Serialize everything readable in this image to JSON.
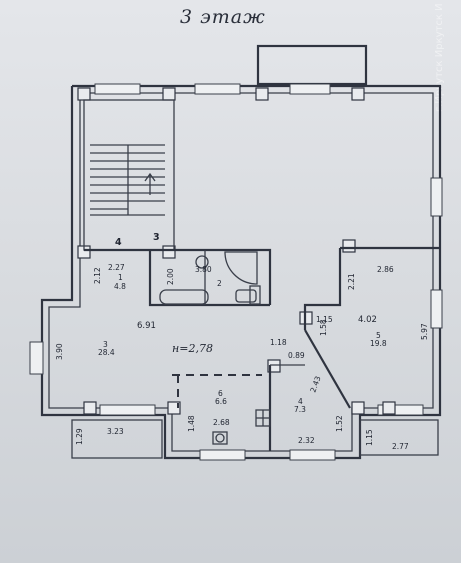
{
  "title": "3 этаж",
  "watermark": "г.Иркутск Иркутск И",
  "ceiling_height": "н=2,78",
  "dimensions": {
    "d_2_27": "2.27",
    "d_2_12": "2.12",
    "d_2_00": "2.00",
    "d_3_80": "3.80",
    "d_2_86": "2.86",
    "d_2_21": "2.21",
    "d_4_02": "4.02",
    "d_5_97": "5.97",
    "d_6_91": "6.91",
    "d_3_90": "3.90",
    "d_1_15a": "1.15",
    "d_1_58": "1.58",
    "d_1_18": "1.18",
    "d_0_89": "0.89",
    "d_2_43": "2.43",
    "d_1_48": "1.48",
    "d_2_68": "2.68",
    "d_2_32": "2.32",
    "d_1_52": "1.52",
    "d_1_29": "1.29",
    "d_3_23": "3.23",
    "d_1_15b": "1.15",
    "d_2_77": "2.77"
  },
  "rooms": [
    {
      "no": "1",
      "area": "4.8"
    },
    {
      "no": "2",
      "area": ""
    },
    {
      "no": "3",
      "area": "28.4"
    },
    {
      "no": "4",
      "area": "7.3"
    },
    {
      "no": "5",
      "area": "19.8"
    },
    {
      "no": "6",
      "area": "6.6"
    }
  ],
  "stair_marks": {
    "mark_3": "3",
    "mark_4": "4"
  }
}
